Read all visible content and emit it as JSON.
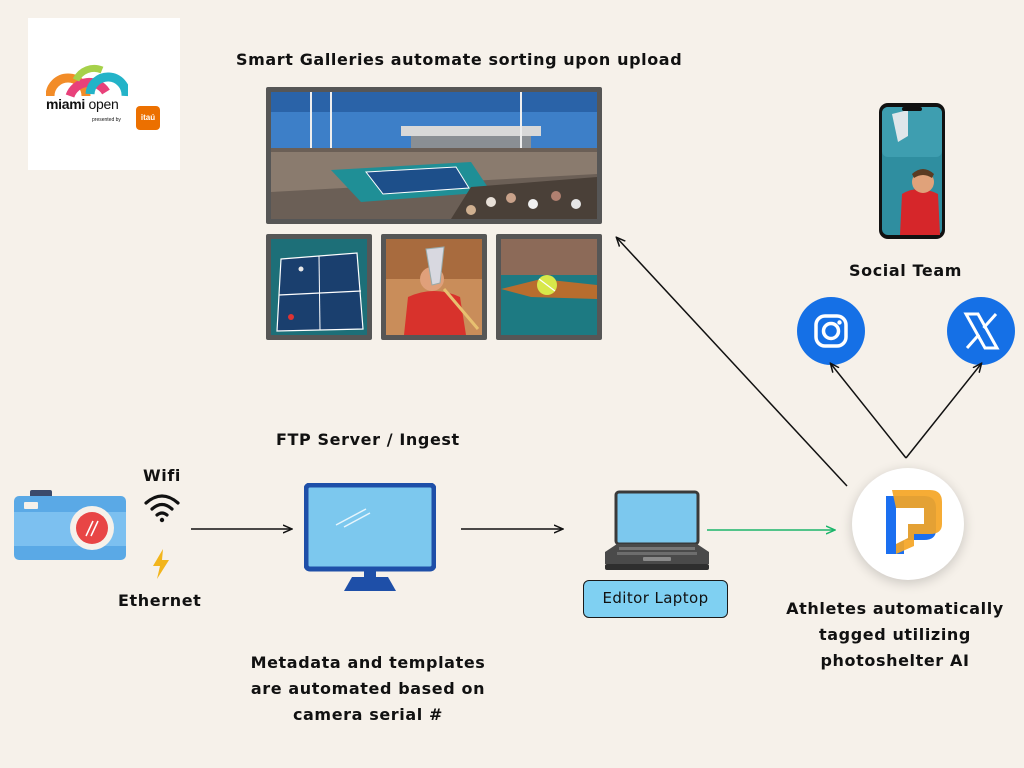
{
  "logo": {
    "brand": "miami open",
    "brand_bold": "miami",
    "brand_light": " open",
    "presented_by": "presented by",
    "sponsor": "itaú"
  },
  "labels": {
    "smart_galleries": "Smart Galleries automate sorting upon upload",
    "social_team": "Social Team",
    "wifi": "Wifi",
    "ethernet": "Ethernet",
    "ftp_server": "FTP Server / Ingest",
    "editor_laptop": "Editor Laptop",
    "metadata_line1": "Metadata and templates",
    "metadata_line2": "are automated based on",
    "metadata_line3": "camera serial #",
    "athletes_line1": "Athletes automatically",
    "athletes_line2": "tagged utilizing",
    "athletes_line3": "photoshelter AI"
  },
  "icons": [
    "camera-icon",
    "wifi-icon",
    "lightning-icon",
    "monitor-icon",
    "laptop-icon",
    "photoshelter-logo-icon",
    "instagram-icon",
    "x-icon",
    "phone-icon"
  ],
  "colors": {
    "background": "#f6f1ea",
    "accent_blue": "#1570e6",
    "editor_box": "#7fd0f2",
    "arrow_green": "#1bb56a",
    "camera_blue": "#5aa9e6",
    "camera_red": "#e84545"
  }
}
